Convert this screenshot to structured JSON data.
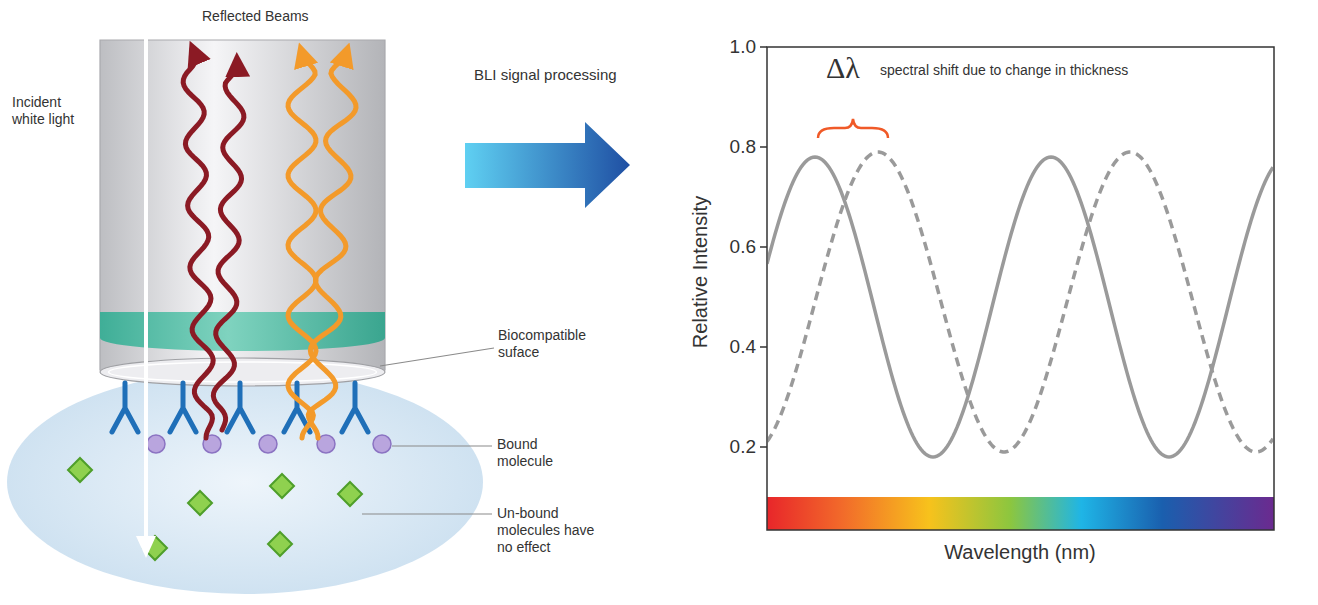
{
  "diagram": {
    "labels": [
      "Reflected Beams",
      "Incident white light",
      "BLI signal processing",
      "Biocompatible suface",
      "Bound molecule",
      "Un-bound molecules have no effect",
      "1.0",
      "0.8",
      "0.6",
      "0.4",
      "0.2",
      "Relative Intensity",
      "Wavelength (nm)",
      "Δλ",
      "spectral shift due to change in thickness"
    ]
  }
}
